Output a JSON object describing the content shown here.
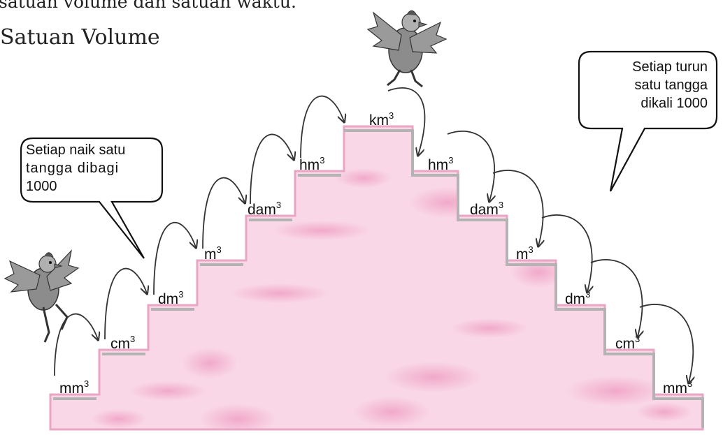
{
  "intro_text": "satuan volume dan satuan waktu.",
  "section_title": "Satuan Volume",
  "callouts": {
    "up": [
      "Setiap naik satu",
      "tangga dibagi",
      "1000"
    ],
    "down": [
      "Setiap turun",
      "satu tangga",
      "dikali 1000"
    ]
  },
  "left_steps": [
    {
      "unit": "mm",
      "exp": "3"
    },
    {
      "unit": "cm",
      "exp": "3"
    },
    {
      "unit": "dm",
      "exp": "3"
    },
    {
      "unit": "m",
      "exp": "3"
    },
    {
      "unit": "dam",
      "exp": "3"
    },
    {
      "unit": "hm",
      "exp": "3"
    }
  ],
  "top_step": {
    "unit": "km",
    "exp": "3"
  },
  "right_steps": [
    {
      "unit": "hm",
      "exp": "3"
    },
    {
      "unit": "dam",
      "exp": "3"
    },
    {
      "unit": "m",
      "exp": "3"
    },
    {
      "unit": "dm",
      "exp": "3"
    },
    {
      "unit": "cm",
      "exp": "3"
    },
    {
      "unit": "mm",
      "exp": "3"
    }
  ],
  "colors": {
    "staircase_fill": "#f9d7e6",
    "staircase_edge": "#e9a6c4",
    "step_edge": "#b3b3b3",
    "arrow": "#333333"
  },
  "icons": [
    "chicken-icon"
  ]
}
